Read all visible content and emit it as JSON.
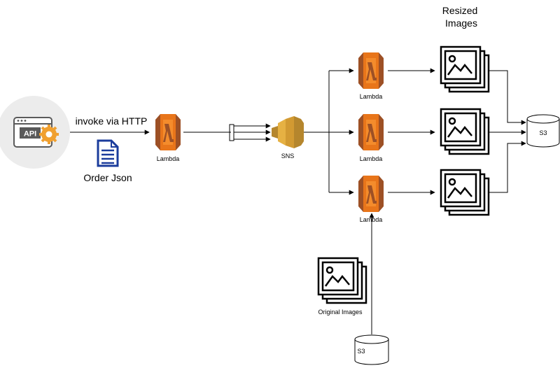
{
  "labels": {
    "invoke": "invoke via HTTP",
    "order_json": "Order Json",
    "lambda_main": "Lambda",
    "sns": "SNS",
    "lambda_1": "Lambda",
    "lambda_2": "Lambda",
    "lambda_3": "Lambda",
    "resized_line1": "Resized",
    "resized_line2": "Images",
    "s3_right": "S3",
    "original_images": "Original Images",
    "s3_bottom": "S3",
    "api": "API"
  },
  "icons": {
    "api": "api-gear-icon",
    "document": "document-icon",
    "lambda": "aws-lambda-icon",
    "sns": "aws-sns-icon",
    "images": "image-stack-icon",
    "s3": "s3-cylinder-icon"
  },
  "colors": {
    "lambda_orange": "#e8751a",
    "lambda_dark": "#9d5025",
    "sns_gold": "#e6b143",
    "sns_dark": "#b5862d",
    "api_bg": "#ececec",
    "api_gear": "#f0a030",
    "doc_blue": "#1b3c9c"
  }
}
